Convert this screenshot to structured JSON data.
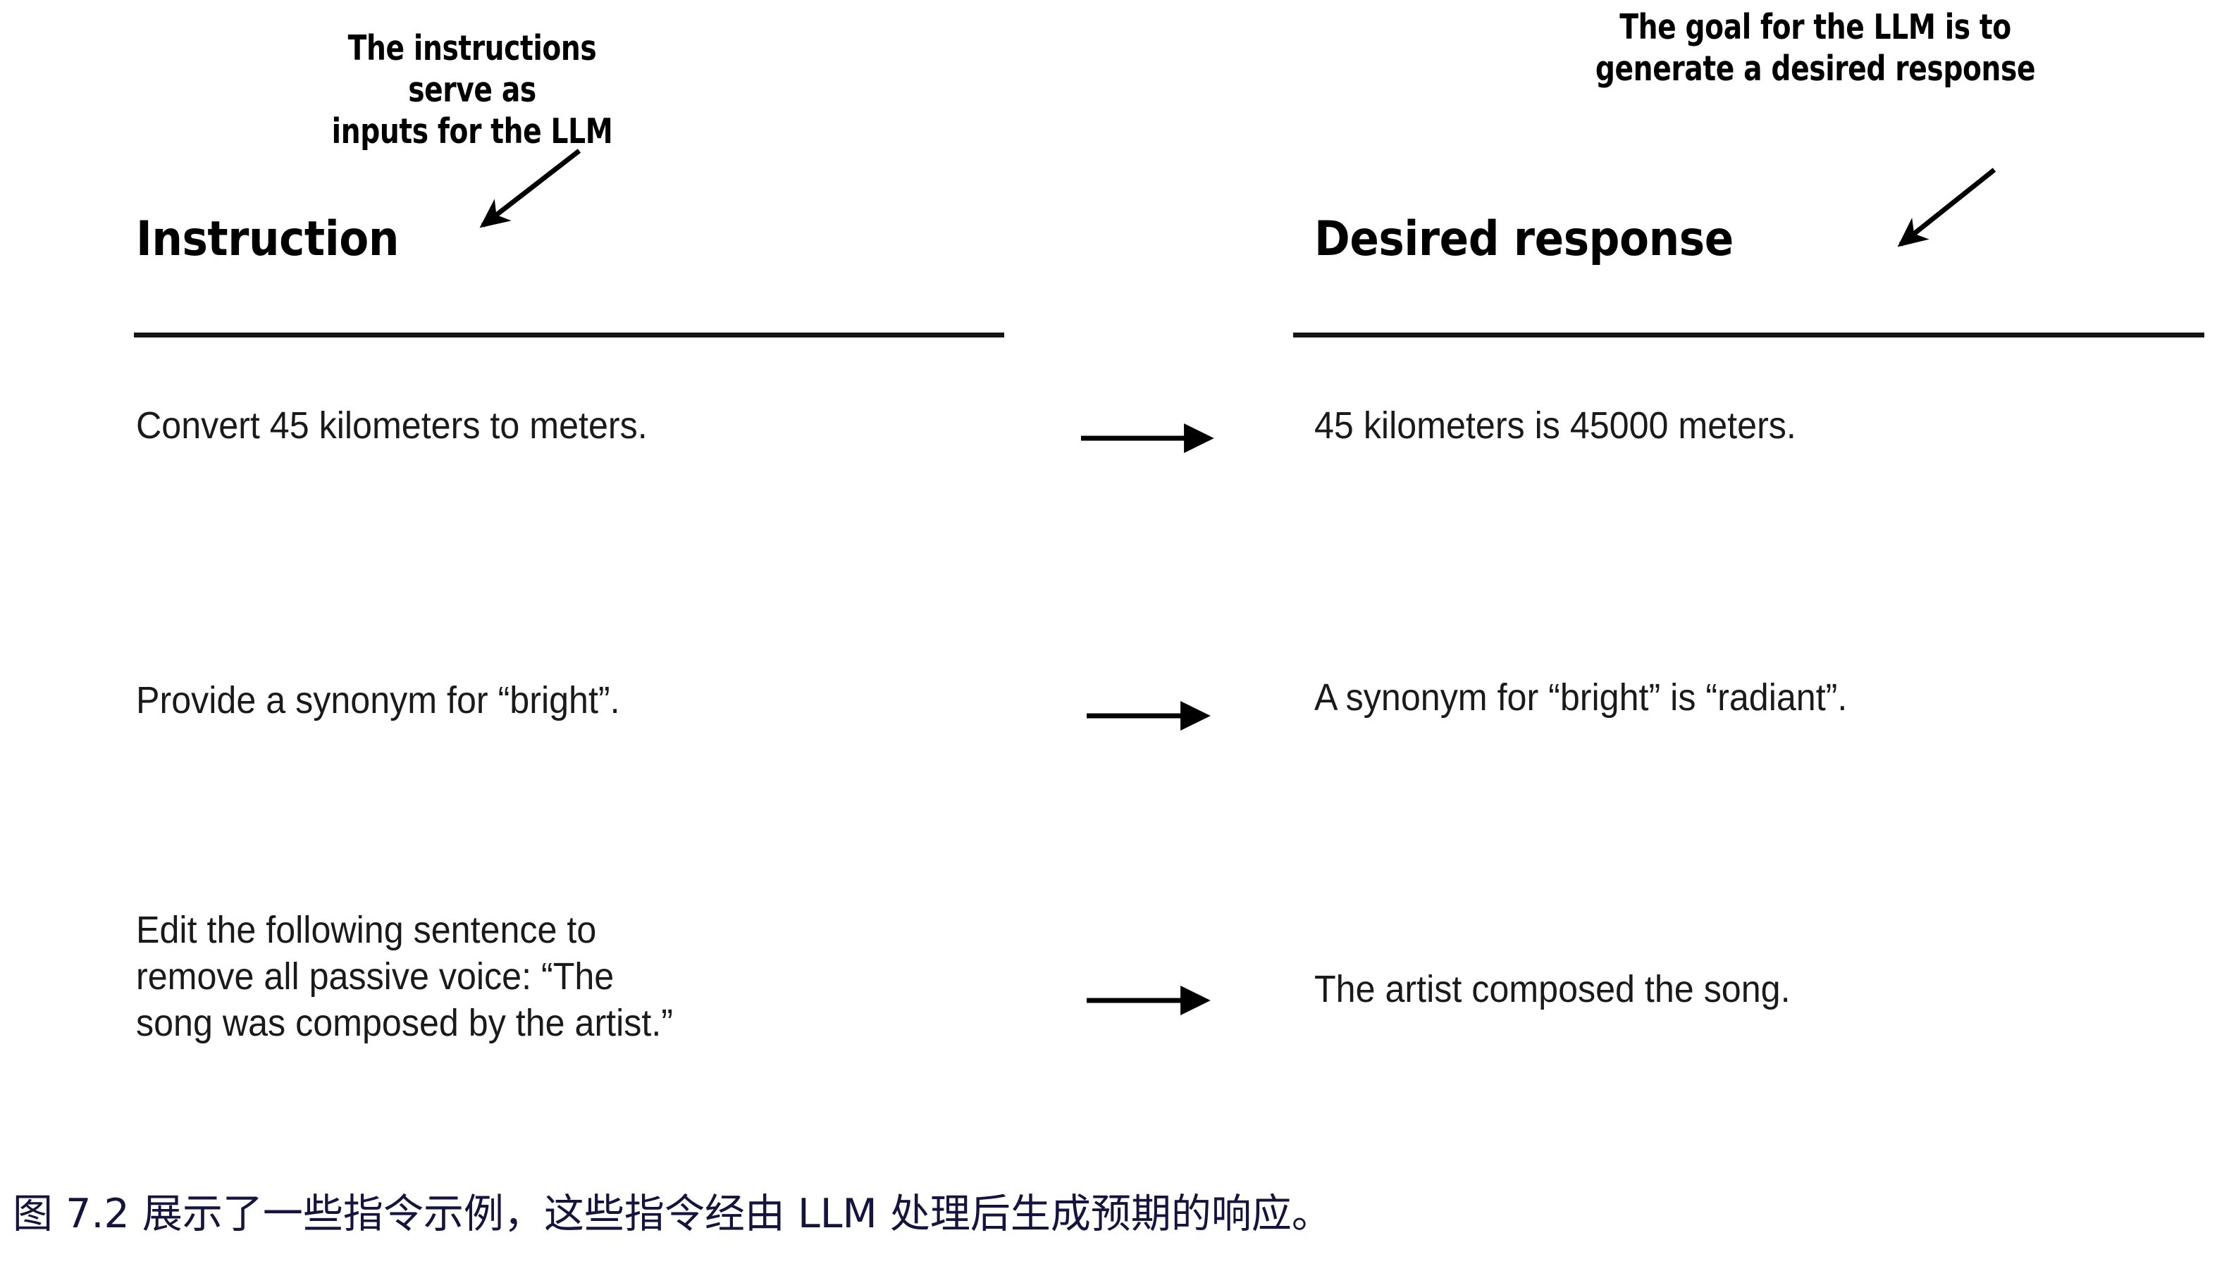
{
  "figure": {
    "background_color": "#ffffff",
    "ink_color": "#000000",
    "caption_color": "#14143f"
  },
  "annotations": {
    "instruction": {
      "line1": "The instructions serve as",
      "line2": "inputs for the LLM",
      "arrow_icon": "arrow-down-left-icon"
    },
    "response": {
      "line1": "The goal for the LLM is to",
      "line2": "generate a desired response",
      "arrow_icon": "arrow-down-left-icon"
    }
  },
  "columns": {
    "left_heading": "Instruction",
    "right_heading": "Desired response"
  },
  "rows": [
    {
      "instruction": "Convert 45 kilometers to meters.",
      "arrow_icon": "arrow-right-icon",
      "response": "45 kilometers is 45000 meters."
    },
    {
      "instruction": "Provide a synonym for “bright”.",
      "arrow_icon": "arrow-right-icon",
      "response": "A synonym for “bright” is “radiant”."
    },
    {
      "instruction": "Edit the following sentence to\nremove all passive voice: “The\nsong was composed by the artist.”",
      "arrow_icon": "arrow-right-icon",
      "response": "The artist composed the song."
    }
  ],
  "caption": {
    "text": "图 7.2 展示了一些指令示例，这些指令经由 LLM 处理后生成预期的响应。"
  }
}
